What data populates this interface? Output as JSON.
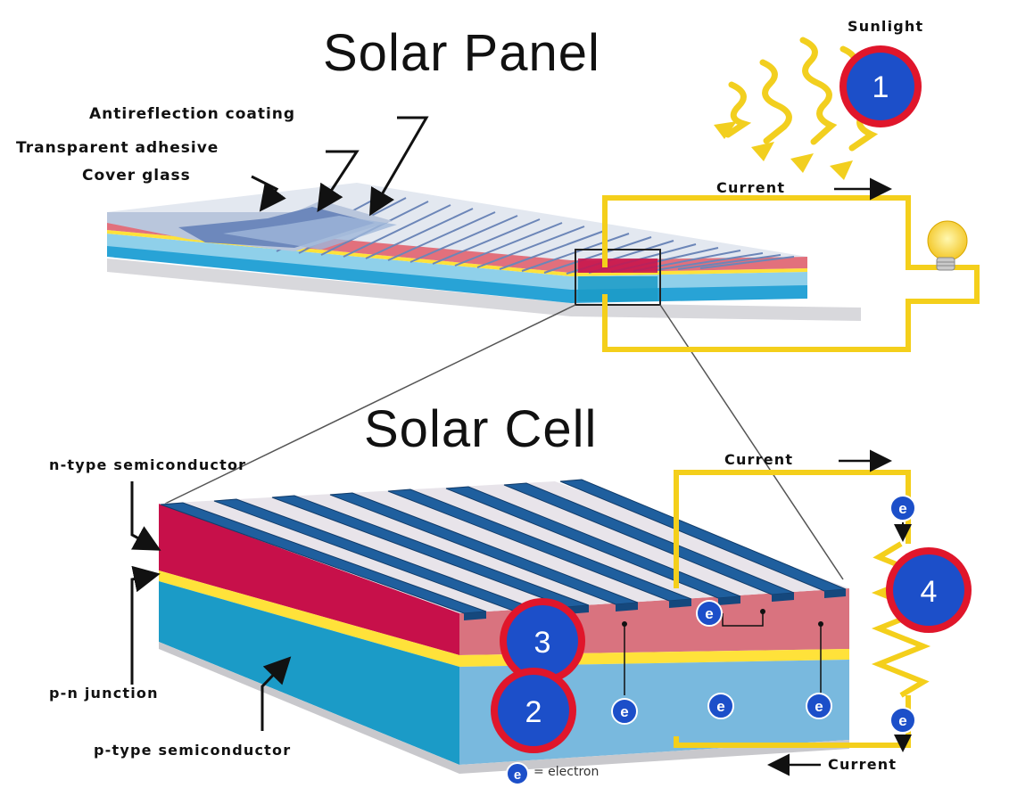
{
  "titles": {
    "panel": "Solar Panel",
    "cell": "Solar Cell"
  },
  "labels": {
    "sunlight": "Sunlight",
    "antireflection": "Antireflection coating",
    "adhesive": "Transparent adhesive",
    "cover_glass": "Cover glass",
    "current_top": "Current",
    "current_cell_top": "Current",
    "current_bottom": "Current",
    "n_type": "n-type semiconductor",
    "pn_junction": "p-n junction",
    "p_type": "p-type semiconductor",
    "legend_symbol": "e",
    "legend_text": "= electron"
  },
  "markers": {
    "m1": "1",
    "m2": "2",
    "m3": "3",
    "m4": "4"
  },
  "electron": "e",
  "colors": {
    "marker_fill": "#1c4fc9",
    "marker_ring": "#e0162b",
    "sun": "#f2cf1f",
    "wire": "#f4cf1b",
    "n_layer": "#c7104a",
    "n_face": "#d9737f",
    "p_layer": "#1b9bc7",
    "p_face": "#79b9de",
    "junction": "#ffe23a",
    "finger": "#1f5f9e"
  }
}
